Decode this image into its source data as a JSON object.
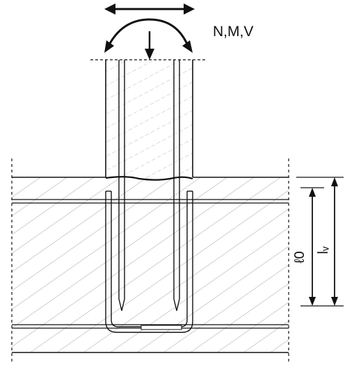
{
  "diagram": {
    "load_label": "N,M,V",
    "dim_embed_label": "ℓ0",
    "dim_lap_label": "lᵥ",
    "colors": {
      "ink": "#111111",
      "hatch": "#8a8a8a",
      "paper": "#ffffff"
    }
  }
}
